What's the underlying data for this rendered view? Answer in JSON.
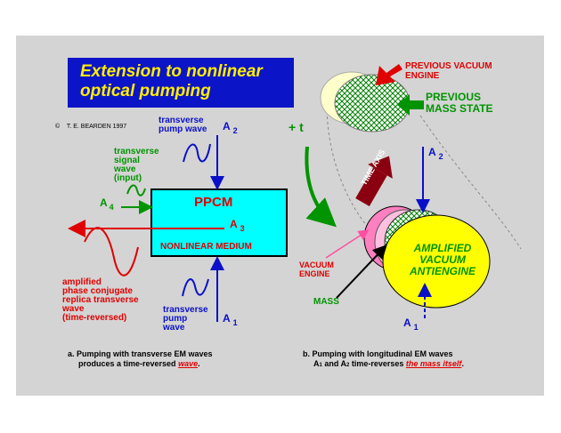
{
  "title": {
    "line1": "Extension to nonlinear",
    "line2": "optical pumping"
  },
  "copyright": {
    "symbol": "©",
    "text": "T. E. BEARDEN  1997"
  },
  "left": {
    "pump_top": {
      "line1": "transverse",
      "line2": "pump wave"
    },
    "a2": "A",
    "a2_sub": "2",
    "signal": {
      "line1": "transverse",
      "line2": "signal",
      "line3": "wave",
      "line4": "(input)"
    },
    "a4": "A",
    "a4_sub": "4",
    "box_title": "PPCM",
    "a3": "A",
    "a3_sub": "3",
    "box_label": "NONLINEAR MEDIUM",
    "output": {
      "line1": "amplified",
      "line2": "phase conjugate",
      "line3": "replica transverse",
      "line4": "wave",
      "line5": "(time-reversed)"
    },
    "pump_bottom": {
      "line1": "transverse",
      "line2": "pump",
      "line3": "wave"
    },
    "a1": "A",
    "a1_sub": "1",
    "caption": {
      "line1": "a.  Pumping with transverse EM waves",
      "line2_prefix": "produces a time-reversed ",
      "line2_link": "wave",
      "line2_suffix": "."
    }
  },
  "right": {
    "prev_vacuum": {
      "line1": "PREVIOUS VACUUM",
      "line2": "ENGINE"
    },
    "prev_mass": {
      "line1": "PREVIOUS",
      "line2": "MASS STATE"
    },
    "plus_t": "+ t",
    "time_axis": "TIME AXIS",
    "a2": "A",
    "a2_sub": "2",
    "amplified": {
      "line1": "AMPLIFIED",
      "line2": "VACUUM",
      "line3": "ANTIENGINE"
    },
    "vacuum_engine": {
      "line1": "VACUUM",
      "line2": "ENGINE"
    },
    "mass": "MASS",
    "a1": "A",
    "a1_sub": "1",
    "caption": {
      "line1": "b.  Pumping with longitudinal EM waves",
      "line2_a": "A",
      "line2_a_sub": "1",
      "line2_mid": " and  A",
      "line2_b_sub": "2",
      "line2_prefix": " time-reverses ",
      "line2_link": "the mass itself",
      "line2_suffix": "."
    }
  },
  "colors": {
    "panel": "#d4d4d4",
    "title_bg": "#0c14c8",
    "title_text": "#ffee00",
    "box": "#00ffff",
    "ellipse": "#ffff00",
    "accent_red": "#e00000",
    "accent_green": "#009400",
    "label_blue": "#0a10c8",
    "time_axis": "#8b0010",
    "vacuum_pink": "#ff80c0"
  }
}
